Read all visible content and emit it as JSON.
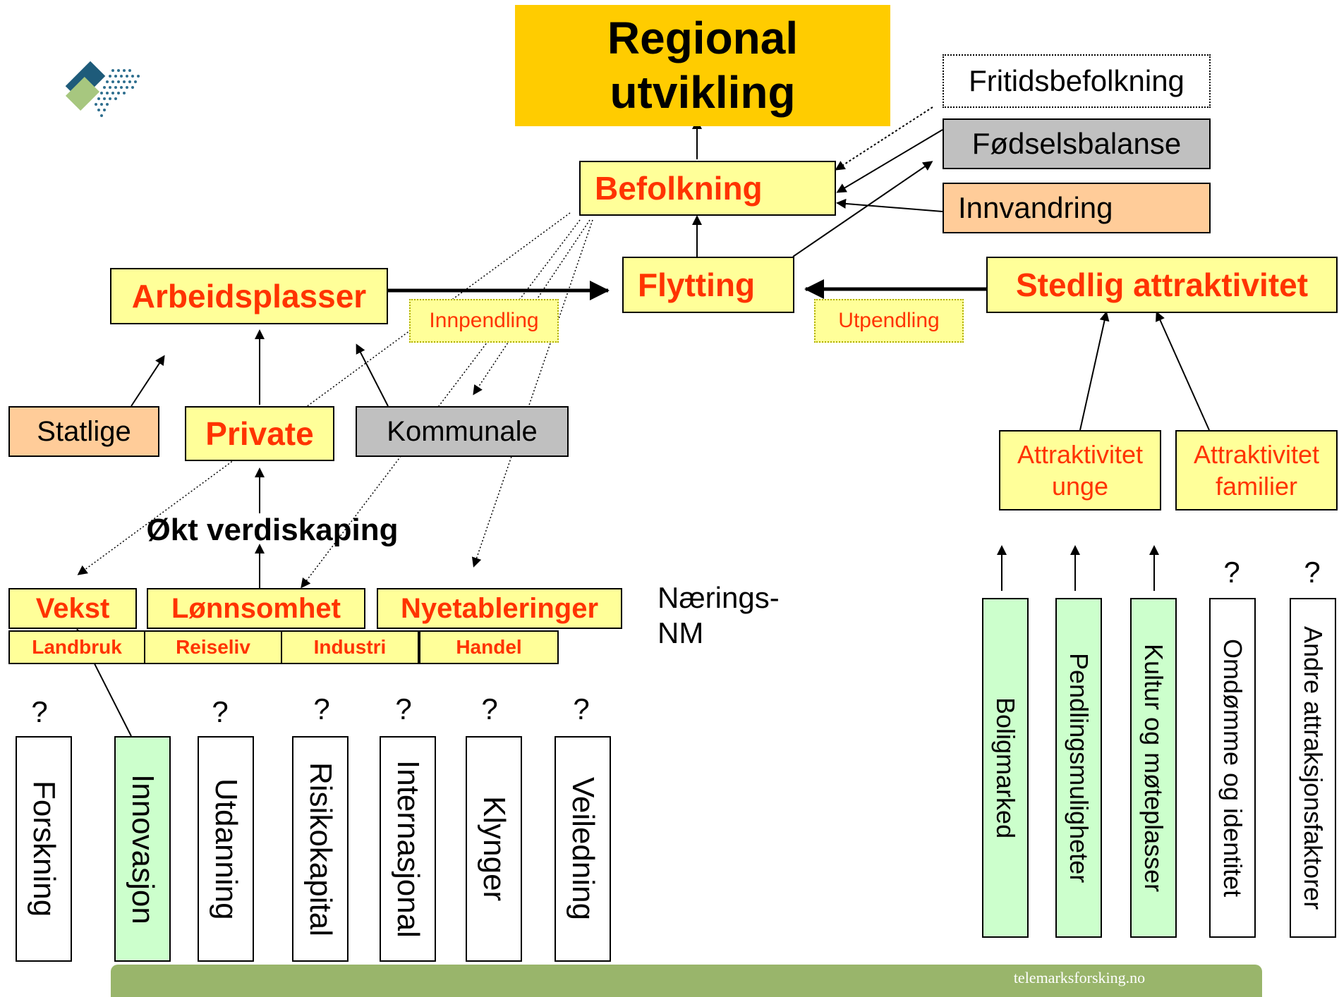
{
  "title": "Regional utvikling",
  "befolkning": "Befolkning",
  "fritidsbefolkning": "Fritidsbefolkning",
  "fodselsbalanse": "Fødselsbalanse",
  "innvandring": "Innvandring",
  "flytting": "Flytting",
  "arbeidsplasser": "Arbeidsplasser",
  "stedlig": "Stedlig attraktivitet",
  "innpendling": "Innpendling",
  "utpendling": "Utpendling",
  "statlige": "Statlige",
  "private": "Private",
  "kommunale": "Kommunale",
  "verdiskaping": "Økt verdiskaping",
  "attr_unge": "Attraktivitet unge",
  "attr_familier": "Attraktivitet familier",
  "vekst": "Vekst",
  "lonnsomhet": "Lønnsomhet",
  "nyetableringer": "Nyetableringer",
  "naerings_nm": "Nærings-NM",
  "sectors": [
    "Landbruk",
    "Reiseliv",
    "Industri",
    "Handel"
  ],
  "question_mark": "?",
  "left_factors": [
    "Forskning",
    "Innovasjon",
    "Utdanning",
    "Risikokapital",
    "Internasjonal",
    "Klynger",
    "Veiledning"
  ],
  "right_factors": [
    "Boligmarked",
    "Pendlingsmuligheter",
    "Kultur og møteplasser",
    "Omdømme og identitet",
    "Andre attraksjonsfaktorer"
  ],
  "footer": "telemarksforsking.no",
  "colors": {
    "yellow_box": "#ffff99",
    "title_box": "#ffcc00",
    "gray_box": "#c0c0c0",
    "peach_box": "#ffcc99",
    "green_box": "#ccffcc",
    "red_text": "#ff3300",
    "footer_bar": "#99b56b"
  }
}
